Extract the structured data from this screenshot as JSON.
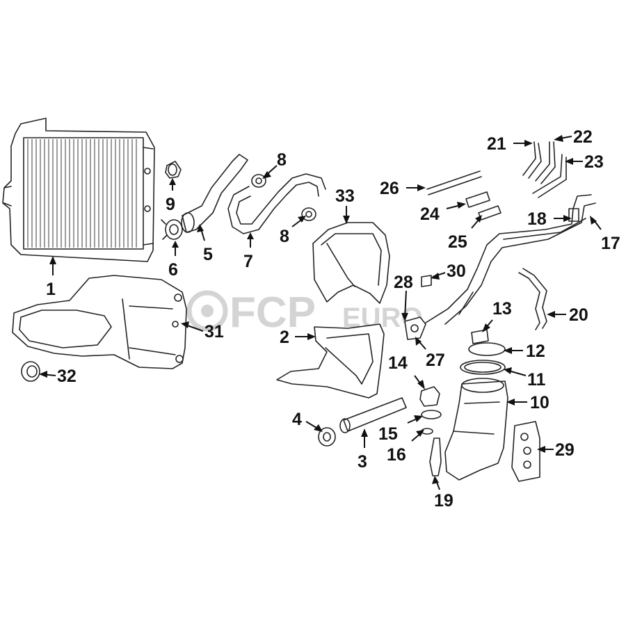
{
  "watermark": {
    "brand": "FCP",
    "suffix": "EURO"
  },
  "parts": [
    {
      "id": "1",
      "label": "1"
    },
    {
      "id": "2",
      "label": "2"
    },
    {
      "id": "3",
      "label": "3"
    },
    {
      "id": "4",
      "label": "4"
    },
    {
      "id": "5",
      "label": "5"
    },
    {
      "id": "6",
      "label": "6"
    },
    {
      "id": "7",
      "label": "7"
    },
    {
      "id": "8a",
      "label": "8"
    },
    {
      "id": "8b",
      "label": "8"
    },
    {
      "id": "9",
      "label": "9"
    },
    {
      "id": "10",
      "label": "10"
    },
    {
      "id": "11",
      "label": "11"
    },
    {
      "id": "12",
      "label": "12"
    },
    {
      "id": "13",
      "label": "13"
    },
    {
      "id": "14",
      "label": "14"
    },
    {
      "id": "15",
      "label": "15"
    },
    {
      "id": "16",
      "label": "16"
    },
    {
      "id": "17",
      "label": "17"
    },
    {
      "id": "18",
      "label": "18"
    },
    {
      "id": "19",
      "label": "19"
    },
    {
      "id": "20",
      "label": "20"
    },
    {
      "id": "21",
      "label": "21"
    },
    {
      "id": "22",
      "label": "22"
    },
    {
      "id": "23",
      "label": "23"
    },
    {
      "id": "24",
      "label": "24"
    },
    {
      "id": "25",
      "label": "25"
    },
    {
      "id": "26",
      "label": "26"
    },
    {
      "id": "27",
      "label": "27"
    },
    {
      "id": "28",
      "label": "28"
    },
    {
      "id": "29",
      "label": "29"
    },
    {
      "id": "30",
      "label": "30"
    },
    {
      "id": "31",
      "label": "31"
    },
    {
      "id": "32",
      "label": "32"
    },
    {
      "id": "33",
      "label": "33"
    }
  ]
}
